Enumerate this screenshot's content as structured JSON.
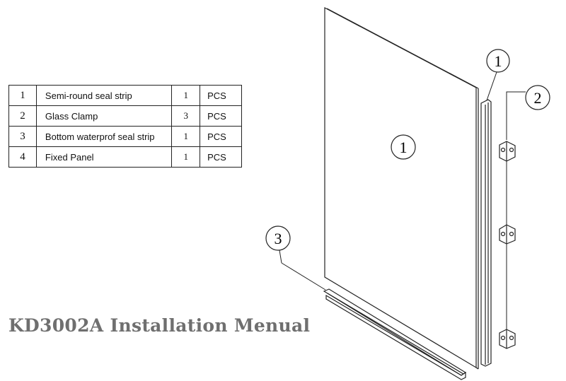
{
  "parts_table": {
    "rows": [
      {
        "no": "1",
        "name": "Semi-round seal strip",
        "qty": "1",
        "unit": "PCS"
      },
      {
        "no": "2",
        "name": "Glass Clamp",
        "qty": "3",
        "unit": "PCS"
      },
      {
        "no": "3",
        "name": "Bottom waterprof seal strip",
        "qty": "1",
        "unit": "PCS"
      },
      {
        "no": "4",
        "name": "Fixed Panel",
        "qty": "1",
        "unit": "PCS"
      }
    ]
  },
  "callouts": {
    "panel": "1",
    "seal_strip": "1",
    "clamp": "2",
    "bottom_strip": "3"
  },
  "title": "KD3002A Installation Menual"
}
